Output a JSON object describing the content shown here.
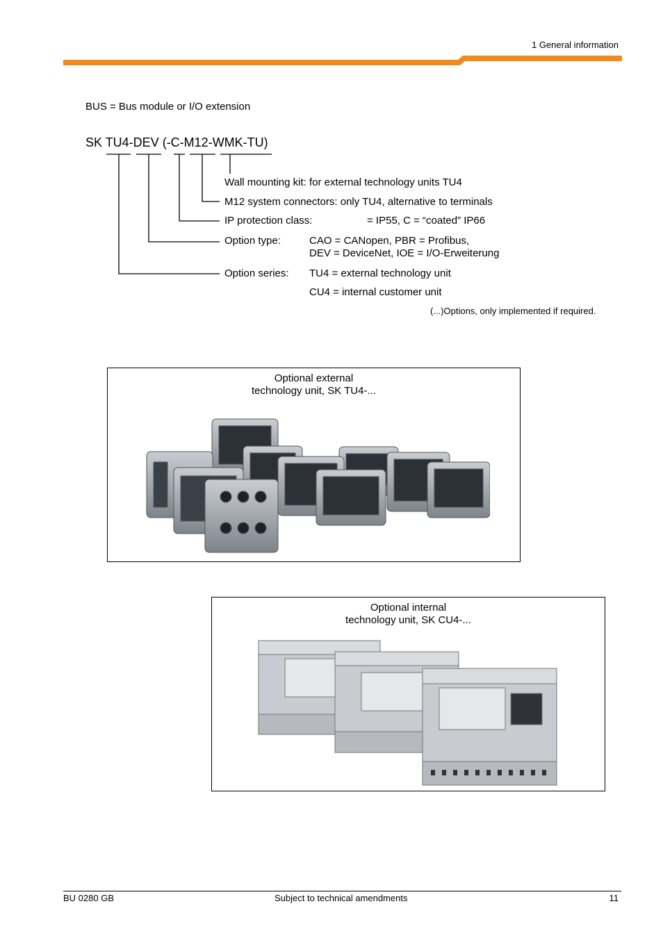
{
  "header": {
    "section": "1   General information",
    "accent_color": "#f08a1c"
  },
  "intro": {
    "bus_definition": "BUS = Bus module or I/O extension"
  },
  "type_code": {
    "code": "SK TU4-DEV (-C-M12-WMK-TU)",
    "items": [
      {
        "label": "Wall mounting kit: for external technology units TU4",
        "desc1": "",
        "desc2": ""
      },
      {
        "label": "M12 system connectors: only TU4, alternative to terminals",
        "desc1": "",
        "desc2": ""
      },
      {
        "label": "IP protection class:",
        "desc1": "= IP55, C = “coated” IP66",
        "desc2": ""
      },
      {
        "label": "Option type:",
        "desc1": "CAO = CANopen, PBR = Profibus,",
        "desc2": "DEV = DeviceNet, IOE = I/O-Erweiterung"
      },
      {
        "label": "Option series:",
        "desc1": "TU4 = external technology unit",
        "desc2": "CU4 = internal customer unit"
      }
    ],
    "note": "(...)Options, only implemented if required."
  },
  "figures": [
    {
      "title_line1": "Optional external",
      "title_line2": "technology unit, SK TU4-..."
    },
    {
      "title_line1": "Optional internal",
      "title_line2": "technology unit, SK CU4-..."
    }
  ],
  "footer": {
    "doc_id": "BU 0280 GB",
    "center": "Subject to technical amendments",
    "page": "11"
  }
}
